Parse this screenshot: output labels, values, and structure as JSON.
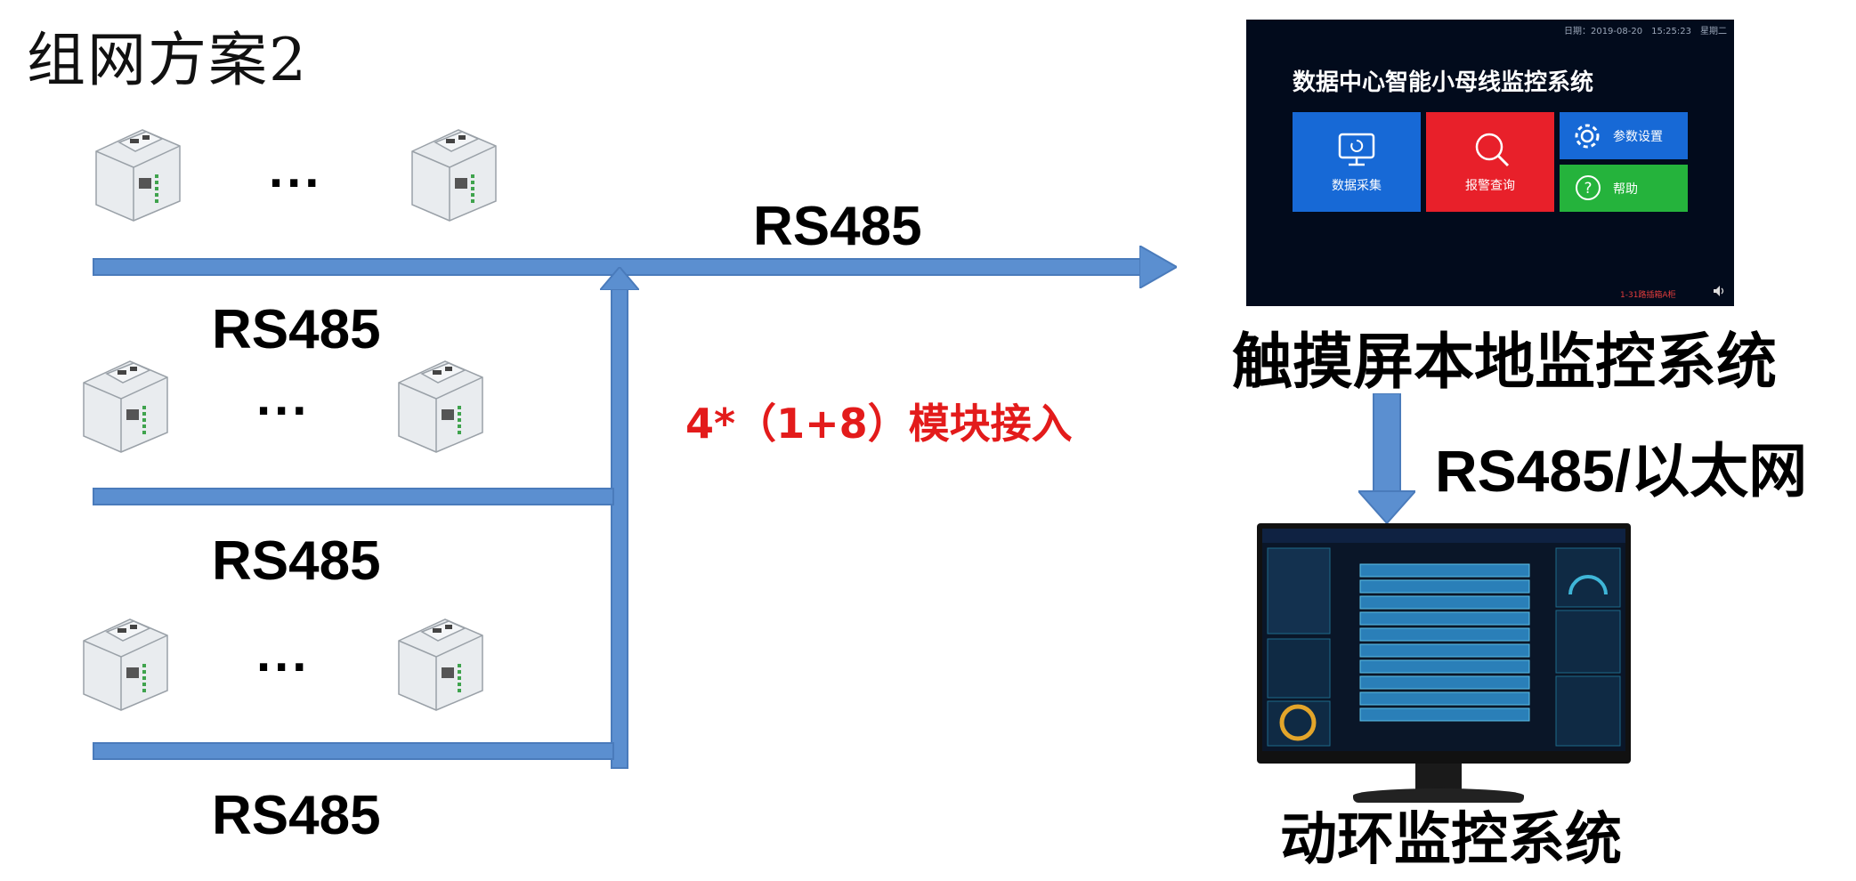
{
  "title": "组网方案2",
  "bus_labels": {
    "main": "RS485",
    "row1": "RS485",
    "row2": "RS485",
    "row3": "RS485"
  },
  "ellipsis": "...",
  "access_note": "4*（1+8）模块接入",
  "touch_panel": {
    "date": "日期：2019-08-20　15:25:23　星期二",
    "title": "数据中心智能小母线监控系统",
    "tiles": {
      "data_collect": "数据采集",
      "alarm_query": "报警查询",
      "param_settings": "参数设置",
      "help": "帮助"
    },
    "alarm_text": "1-31路插箱A柜",
    "caption": "触摸屏本地监控系统"
  },
  "link_label": "RS485/以太网",
  "monitor": {
    "caption": "动环监控系统"
  },
  "colors": {
    "bus": "#5b8fd0",
    "note": "#e31b1b",
    "tile_blue": "#1769d6",
    "tile_red": "#e8202a",
    "tile_green": "#25b33c"
  }
}
